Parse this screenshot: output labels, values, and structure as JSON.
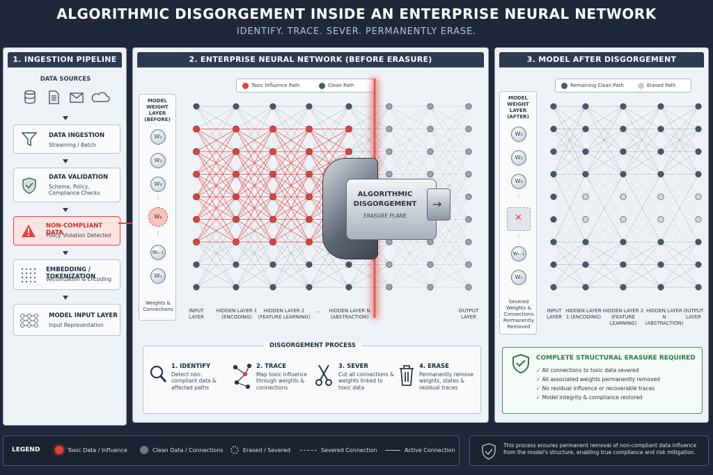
{
  "title": "ALGORITHMIC DISGORGEMENT INSIDE AN ENTERPRISE NEURAL NETWORK",
  "subtitle": "IDENTIFY. TRACE. SEVER. PERMANENTLY ERASE.",
  "colors": {
    "toxic": "#e2413a",
    "clean": "#4b5668",
    "erased": "#c8cdd5",
    "navy": "#2c3a52"
  },
  "panel1": {
    "heading": "1. INGESTION PIPELINE",
    "data_sources": "DATA SOURCES",
    "source_icons": [
      "database-icon",
      "document-icon",
      "mail-icon",
      "cloud-icon"
    ],
    "steps": [
      {
        "title": "DATA INGESTION",
        "sub": "Streaming / Batch",
        "icon": "funnel-icon"
      },
      {
        "title": "DATA VALIDATION",
        "sub": "Schema, Policy, Compliance Checks",
        "icon": "shield-check-icon"
      },
      {
        "title": "NON-COMPLIANT DATA",
        "sub": "Policy Violation Detected",
        "icon": "warning-icon"
      },
      {
        "title": "EMBEDDING / TOKENIZATION",
        "sub": "Vectorization & Encoding",
        "icon": "dots-grid-icon"
      },
      {
        "title": "MODEL INPUT LAYER",
        "sub": "Input Representation",
        "icon": "nodes-icon"
      }
    ]
  },
  "panel2": {
    "heading": "2. ENTERPRISE NEURAL NETWORK (BEFORE ERASURE)",
    "legend_toxic": "Toxic Influence Path",
    "legend_clean": "Clean Path",
    "weight_title": "MODEL WEIGHT LAYER (BEFORE)",
    "weights": [
      "W₁",
      "W₂",
      "W₃",
      "W₄",
      "Wₙ₋₁",
      "Wₙ"
    ],
    "weights_caption": "Weights & Connections",
    "layers": [
      "INPUT LAYER",
      "HIDDEN LAYER 1 (ENCODING)",
      "HIDDEN LAYER 2 (FEATURE LEARNING)",
      "...",
      "HIDDEN LAYER N (ABSTRACTION)",
      "OUTPUT LAYER"
    ],
    "device_line1": "ALGORITHMIC",
    "device_line2": "DISGORGEMENT",
    "device_line3": "ERASURE PLANE",
    "process_title": "DISGORGEMENT PROCESS",
    "process": [
      {
        "title": "1. IDENTIFY",
        "text": "Detect non-compliant data & affected paths",
        "icon": "magnifier-icon"
      },
      {
        "title": "2. TRACE",
        "text": "Map toxic influence through weights & connections",
        "icon": "trace-graph-icon"
      },
      {
        "title": "3. SEVER",
        "text": "Cut all connections & weights linked to toxic data",
        "icon": "scissors-icon"
      },
      {
        "title": "4. ERASE",
        "text": "Permanently remove weights, states & residual traces",
        "icon": "trash-icon"
      }
    ]
  },
  "panel3": {
    "heading": "3. MODEL AFTER DISGORGEMENT",
    "legend_clean": "Remaining Clean Path",
    "legend_erased": "Erased Path",
    "weight_title": "MODEL WEIGHT LAYER (AFTER)",
    "weights": [
      "W₁",
      "W₂",
      "W₃",
      "",
      "Wₙ₋₁",
      "Wₙ"
    ],
    "weights_caption": "Severed Weights & Connections Permanently Removed",
    "layers": [
      "INPUT LAYER",
      "HIDDEN LAYER 1 (ENCODING)",
      "HIDDEN LAYER 2 (FEATURE LEARNING)",
      "HIDDEN LAYER N (ABSTRACTION)",
      "OUTPUT LAYER"
    ],
    "erasure_title": "COMPLETE STRUCTURAL ERASURE REQUIRED",
    "checks": [
      "All connections to toxic data severed",
      "All associated weights permanently removed",
      "No residual influence or recoverable traces",
      "Model integrity & compliance restored"
    ]
  },
  "legend": {
    "label": "LEGEND",
    "items": [
      "Toxic Data / Influence",
      "Clean Data / Connections",
      "Erased / Severed",
      "Severed Connection",
      "Active Connection"
    ],
    "note": "This process ensures permanent removal of non-compliant data influence from the model's structure, enabling true compliance and risk mitigation."
  }
}
